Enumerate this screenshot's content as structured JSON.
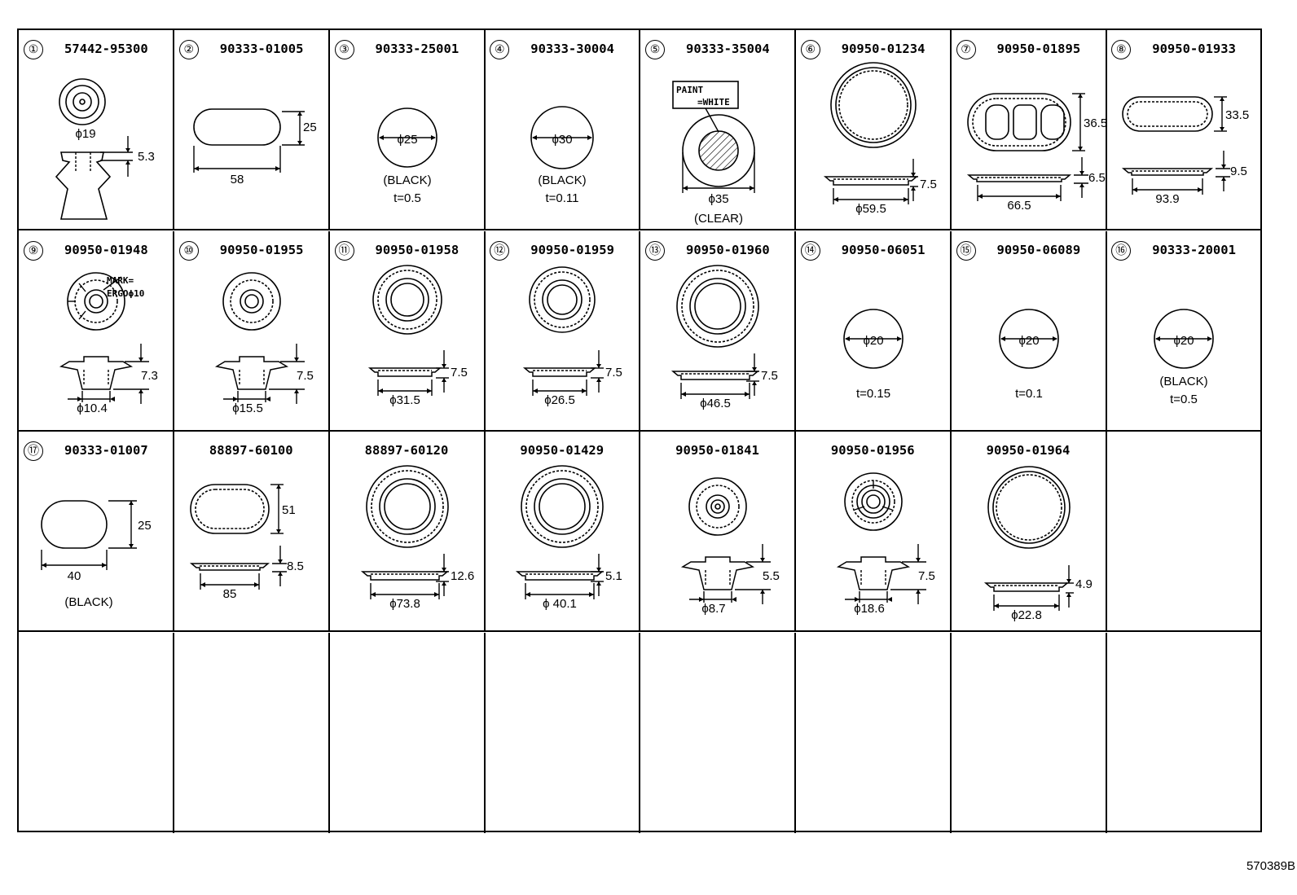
{
  "reference_code": "570389B",
  "cells": [
    {
      "num": "①",
      "part_no": "57442-95300",
      "type": "clip",
      "dims": [
        "ϕ19",
        "5.3"
      ],
      "notes": []
    },
    {
      "num": "②",
      "part_no": "90333-01005",
      "type": "oval_flat",
      "dims": [
        "25",
        "58"
      ],
      "notes": []
    },
    {
      "num": "③",
      "part_no": "90333-25001",
      "type": "circle_flat",
      "dims": [
        "ϕ25"
      ],
      "notes": [
        "(BLACK)",
        "t=0.5"
      ]
    },
    {
      "num": "④",
      "part_no": "90333-30004",
      "type": "circle_flat",
      "dims": [
        "ϕ30"
      ],
      "notes": [
        "(BLACK)",
        "t=0.11"
      ]
    },
    {
      "num": "⑤",
      "part_no": "90333-35004",
      "type": "paint_circle",
      "dims": [
        "ϕ35"
      ],
      "notes": [
        "(CLEAR)"
      ],
      "callout": [
        "PAINT",
        "=WHITE"
      ]
    },
    {
      "num": "⑥",
      "part_no": "90950-01234",
      "type": "round_plug",
      "dims": [
        "7.5",
        "ϕ59.5"
      ],
      "notes": []
    },
    {
      "num": "⑦",
      "part_no": "90950-01895",
      "type": "oval_plug_slots",
      "dims": [
        "36.5",
        "6.5",
        "66.5"
      ],
      "notes": []
    },
    {
      "num": "⑧",
      "part_no": "90950-01933",
      "type": "oval_plug",
      "dims": [
        "33.5",
        "9.5",
        "93.9"
      ],
      "notes": []
    },
    {
      "num": "⑨",
      "part_no": "90950-01948",
      "type": "grommet_mark",
      "dims": [
        "7.3",
        "ϕ10.4"
      ],
      "notes": [],
      "callout": [
        "MARK=",
        "ERGOϕ10"
      ]
    },
    {
      "num": "⑩",
      "part_no": "90950-01955",
      "type": "grommet",
      "dims": [
        "7.5",
        "ϕ15.5"
      ],
      "notes": []
    },
    {
      "num": "⑪",
      "part_no": "90950-01958",
      "type": "round_plug_ring",
      "dims": [
        "7.5",
        "ϕ31.5"
      ],
      "notes": []
    },
    {
      "num": "⑫",
      "part_no": "90950-01959",
      "type": "round_plug_ring",
      "dims": [
        "7.5",
        "ϕ26.5"
      ],
      "notes": []
    },
    {
      "num": "⑬",
      "part_no": "90950-01960",
      "type": "round_plug_ring",
      "dims": [
        "7.5",
        "ϕ46.5"
      ],
      "notes": []
    },
    {
      "num": "⑭",
      "part_no": "90950-06051",
      "type": "circle_flat",
      "dims": [
        "ϕ20"
      ],
      "notes": [
        "t=0.15"
      ]
    },
    {
      "num": "⑮",
      "part_no": "90950-06089",
      "type": "circle_flat",
      "dims": [
        "ϕ20"
      ],
      "notes": [
        "t=0.1"
      ]
    },
    {
      "num": "⑯",
      "part_no": "90333-20001",
      "type": "circle_flat",
      "dims": [
        "ϕ20"
      ],
      "notes": [
        "(BLACK)",
        "t=0.5"
      ]
    },
    {
      "num": "⑰",
      "part_no": "90333-01007",
      "type": "oval_flat_small",
      "dims": [
        "25",
        "40"
      ],
      "notes": [
        "(BLACK)"
      ]
    },
    {
      "num": "",
      "part_no": "88897-60100",
      "type": "oval_plug",
      "dims": [
        "51",
        "8.5",
        "85"
      ],
      "notes": []
    },
    {
      "num": "",
      "part_no": "88897-60120",
      "type": "round_plug_ring",
      "dims": [
        "12.6",
        "ϕ73.8"
      ],
      "notes": []
    },
    {
      "num": "",
      "part_no": "90950-01429",
      "type": "round_plug_ring",
      "dims": [
        "5.1",
        "ϕ 40.1"
      ],
      "notes": []
    },
    {
      "num": "",
      "part_no": "90950-01841",
      "type": "grommet_small",
      "dims": [
        "5.5",
        "ϕ8.7"
      ],
      "notes": []
    },
    {
      "num": "",
      "part_no": "90950-01956",
      "type": "grommet_spokes",
      "dims": [
        "7.5",
        "ϕ18.6"
      ],
      "notes": []
    },
    {
      "num": "",
      "part_no": "90950-01964",
      "type": "round_plug",
      "dims": [
        "4.9",
        "ϕ22.8"
      ],
      "notes": []
    },
    {
      "num": "",
      "part_no": "",
      "type": "empty",
      "dims": [],
      "notes": []
    },
    {
      "num": "",
      "part_no": "",
      "type": "empty",
      "dims": [],
      "notes": []
    },
    {
      "num": "",
      "part_no": "",
      "type": "empty",
      "dims": [],
      "notes": []
    },
    {
      "num": "",
      "part_no": "",
      "type": "empty",
      "dims": [],
      "notes": []
    },
    {
      "num": "",
      "part_no": "",
      "type": "empty",
      "dims": [],
      "notes": []
    },
    {
      "num": "",
      "part_no": "",
      "type": "empty",
      "dims": [],
      "notes": []
    },
    {
      "num": "",
      "part_no": "",
      "type": "empty",
      "dims": [],
      "notes": []
    },
    {
      "num": "",
      "part_no": "",
      "type": "empty",
      "dims": [],
      "notes": []
    },
    {
      "num": "",
      "part_no": "",
      "type": "empty",
      "dims": [],
      "notes": []
    }
  ]
}
